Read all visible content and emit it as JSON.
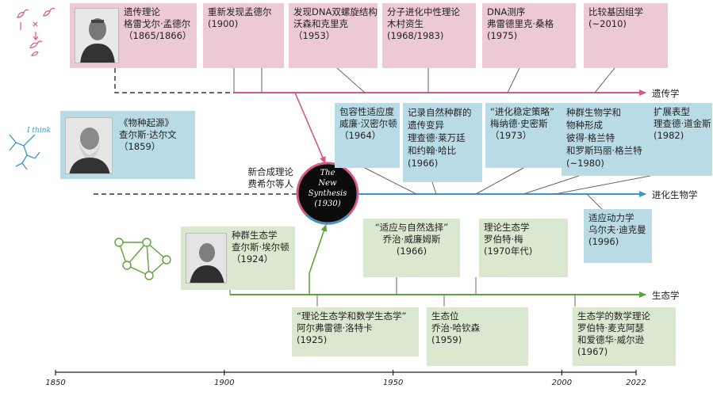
{
  "lanes": {
    "genetics": {
      "label": "遗传学",
      "color": "#d45a85"
    },
    "evolution": {
      "label": "进化生物学",
      "color": "#3d97c4"
    },
    "ecology": {
      "label": "生态学",
      "color": "#5fa33a"
    }
  },
  "synthesis": {
    "circle_lines": [
      "The",
      "New",
      "Synthesis",
      "(1930)"
    ],
    "label_lines": [
      "新合成理论",
      "费希尔等人"
    ]
  },
  "genetics_boxes": [
    {
      "lines": [
        "遗传理论",
        "格雷戈尔·孟德尔",
        "（1865/1866）"
      ]
    },
    {
      "lines": [
        "重新发现孟德尔",
        "(1900)"
      ]
    },
    {
      "lines": [
        "发现DNA双螺旋结构",
        "沃森和克里克",
        "（1953）"
      ]
    },
    {
      "lines": [
        "分子进化中性理论",
        "木村资生",
        "(1968/1983)"
      ]
    },
    {
      "lines": [
        "DNA测序",
        "弗雷德里克·桑格",
        "(1975)"
      ]
    },
    {
      "lines": [
        "比较基因组学",
        "(~2010)"
      ]
    }
  ],
  "evolution_boxes": [
    {
      "lines": [
        "《物种起源》",
        "查尔斯·达尔文",
        "（1859）"
      ]
    },
    {
      "lines": [
        "包容性适应度",
        "威廉·汉密尔顿",
        "（1964）"
      ]
    },
    {
      "lines": [
        "记录自然种群的",
        "遗传变异",
        "理查德·莱万廷",
        "和约翰·哈比",
        "(1966)"
      ]
    },
    {
      "lines": [
        "“进化稳定策略”",
        "梅纳德·史密斯",
        "（1973）"
      ]
    },
    {
      "lines": [
        "种群生物学和",
        "物种形成",
        "彼得·格兰特",
        "和罗斯玛丽·格兰特",
        "(~1980)"
      ]
    },
    {
      "lines": [
        "扩展表型",
        "理查德·道金斯",
        "(1982)"
      ]
    },
    {
      "lines": [
        "适应动力学",
        "乌尔夫·迪克曼",
        "(1996)"
      ]
    }
  ],
  "ecology_boxes": [
    {
      "lines": [
        "种群生态学",
        "查尔斯·埃尔顿",
        "（1924）"
      ]
    },
    {
      "lines": [
        "“适应与自然选择”",
        "乔治·威廉姆斯",
        "(1966)"
      ]
    },
    {
      "lines": [
        "理论生态学",
        "罗伯特·梅",
        "(1970年代)"
      ]
    },
    {
      "lines": [
        "“理论生态学和数学生态学”",
        "阿尔弗雷德·洛特卡",
        "(1925)"
      ]
    },
    {
      "lines": [
        "生态位",
        "乔治·哈钦森",
        "(1959)"
      ]
    },
    {
      "lines": [
        "生态学的数学理论",
        "罗伯特·麦克阿瑟",
        "和爱德华·威尔逊",
        "(1967)"
      ]
    }
  ],
  "axis": {
    "ticks": [
      {
        "label": "1850",
        "year": 1850
      },
      {
        "label": "1900",
        "year": 1900
      },
      {
        "label": "1950",
        "year": 1950
      },
      {
        "label": "2000",
        "year": 2000
      },
      {
        "label": "2022",
        "year": 2022
      }
    ]
  }
}
